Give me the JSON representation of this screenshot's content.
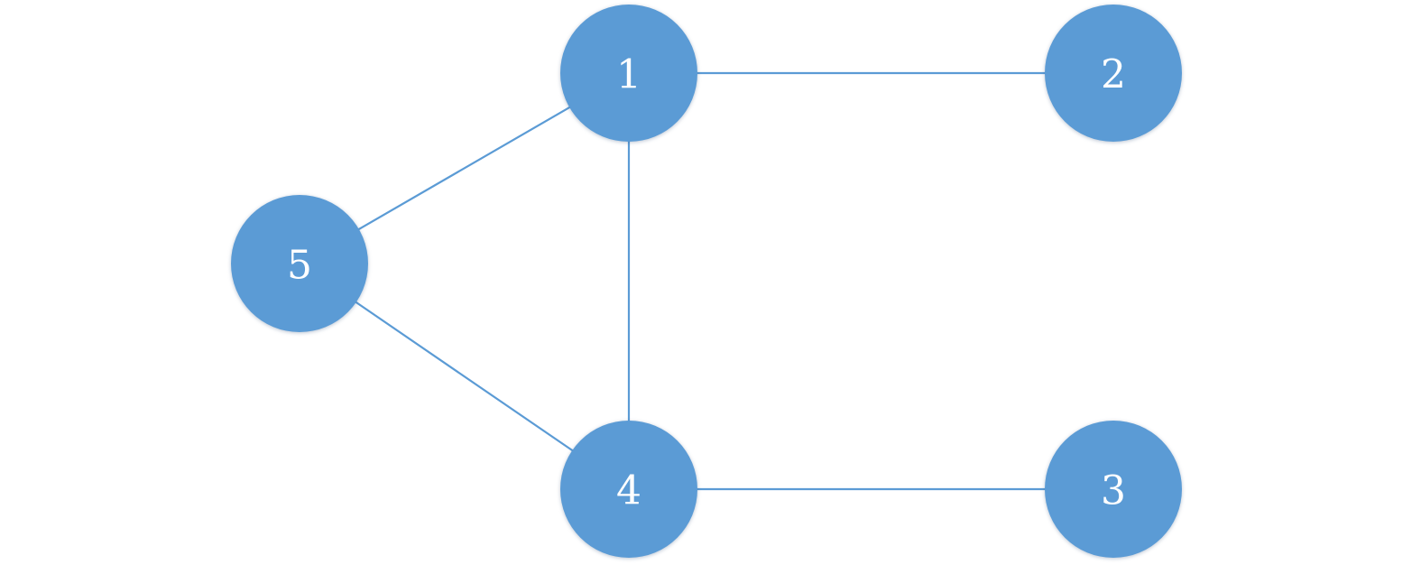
{
  "graph": {
    "node_color": "#5b9bd5",
    "edge_color": "#5b9bd5",
    "label_color": "#ffffff",
    "nodes": [
      {
        "id": "1",
        "label": "1"
      },
      {
        "id": "2",
        "label": "2"
      },
      {
        "id": "3",
        "label": "3"
      },
      {
        "id": "4",
        "label": "4"
      },
      {
        "id": "5",
        "label": "5"
      }
    ],
    "edges": [
      {
        "from": "1",
        "to": "2"
      },
      {
        "from": "1",
        "to": "4"
      },
      {
        "from": "1",
        "to": "5"
      },
      {
        "from": "4",
        "to": "5"
      },
      {
        "from": "4",
        "to": "3"
      }
    ]
  }
}
